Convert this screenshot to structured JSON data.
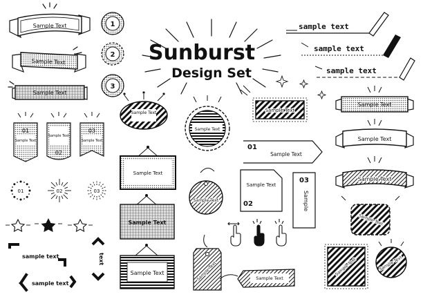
{
  "title": {
    "line1": "Sunburst",
    "line2": "Design Set"
  },
  "ribbons_left": [
    "Sample Text",
    "Sample Text",
    "Sample Text"
  ],
  "circle_numbers": [
    "1",
    "2",
    "3"
  ],
  "pen_labels": [
    "sample text",
    "sample text",
    "sample text"
  ],
  "tags": [
    {
      "number": "01",
      "text": "Sample Text"
    },
    {
      "number": "02",
      "text": "Sample Text"
    },
    {
      "number": "03",
      "text": "Sample Text"
    }
  ],
  "bursts_small": [
    "01",
    "02",
    "03"
  ],
  "bubble_label": "Sample Text",
  "bubble_label2": "Sample Text",
  "frames": [
    "Sample Text",
    "Sample Text",
    "Sample Text"
  ],
  "round_tag": "Sample Text",
  "stripe_box": "Sample Text",
  "numbered_boxes": [
    {
      "number": "01",
      "text": "Sample Text"
    },
    {
      "number": "02",
      "text": "Sample Text"
    },
    {
      "number": "03",
      "text": "Sample"
    }
  ],
  "ribbons_right": [
    "Sample Text",
    "Sample Text",
    "Sample Text"
  ],
  "corner_labels": [
    "sample text",
    "sample text",
    "text"
  ],
  "hang_tag": "Sample Text",
  "label_tag": "Sample Text",
  "bottom_shapes": [
    "Sample Text",
    "Sample Text",
    "Sample Text"
  ]
}
